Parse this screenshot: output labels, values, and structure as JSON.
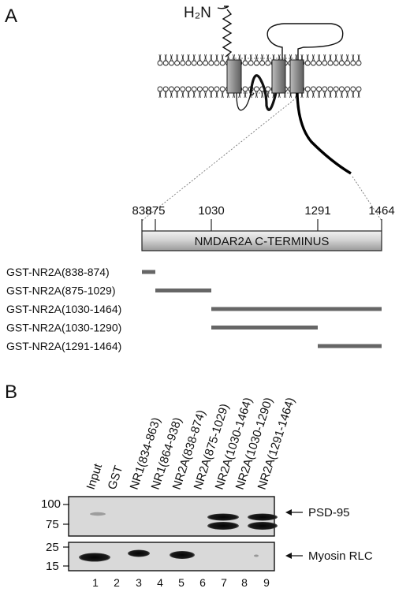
{
  "panel_a": {
    "label": "A",
    "terminus_label": "H₂N",
    "scale_ticks": [
      "838",
      "875",
      "1030",
      "1291",
      "1464"
    ],
    "domain_bar_label": "NMDAR2A C-TERMINUS",
    "constructs": [
      {
        "label": "GST-NR2A(838-874)",
        "start": 838,
        "end": 874
      },
      {
        "label": "GST-NR2A(875-1029)",
        "start": 875,
        "end": 1029
      },
      {
        "label": "GST-NR2A(1030-1464)",
        "start": 1030,
        "end": 1464
      },
      {
        "label": "GST-NR2A(1030-1290)",
        "start": 1030,
        "end": 1290
      },
      {
        "label": "GST-NR2A(1291-1464)",
        "start": 1291,
        "end": 1464
      }
    ]
  },
  "panel_b": {
    "label": "B",
    "lane_labels": [
      "Input",
      "GST",
      "NR1(834-863)",
      "NR1(864-938)",
      "NR2A(838-874)",
      "NR2A(875-1029)",
      "NR2A(1030-1464)",
      "NR2A(1030-1290)",
      "NR2A(1291-1464)"
    ],
    "lane_numbers": [
      "1",
      "2",
      "3",
      "4",
      "5",
      "6",
      "7",
      "8",
      "9"
    ],
    "blots": [
      {
        "target": "PSD-95",
        "markers": [
          "100",
          "75"
        ]
      },
      {
        "target": "Myosin RLC",
        "markers": [
          "25",
          "15"
        ]
      }
    ]
  }
}
